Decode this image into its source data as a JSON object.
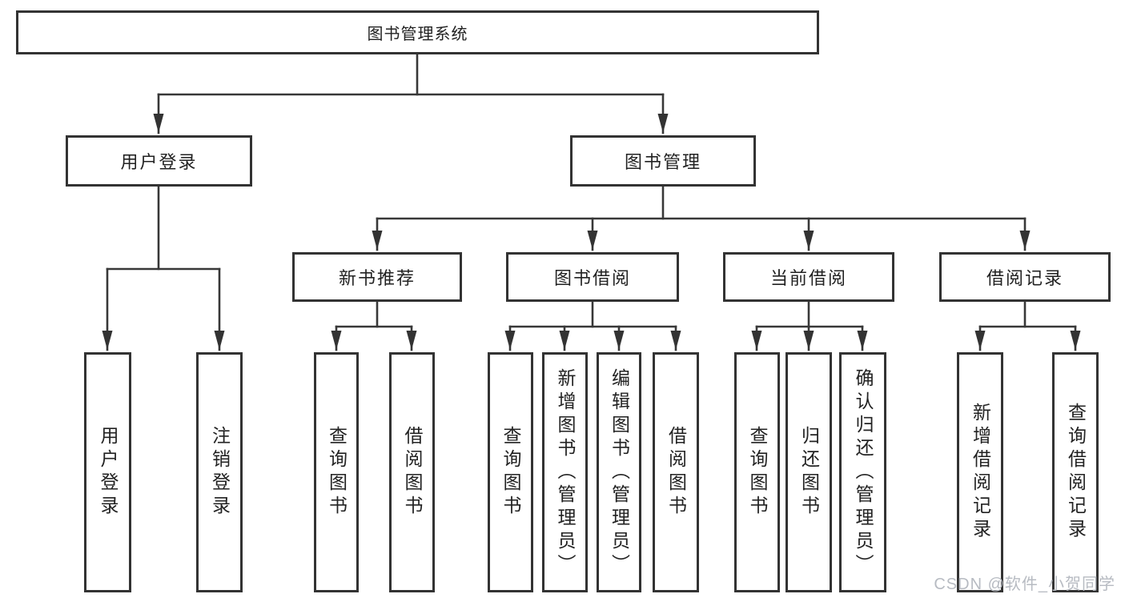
{
  "diagram": {
    "root": {
      "label": "图书管理系统"
    },
    "level2": [
      {
        "label": "用户登录"
      },
      {
        "label": "图书管理"
      }
    ],
    "level3": [
      {
        "label": "新书推荐"
      },
      {
        "label": "图书借阅"
      },
      {
        "label": "当前借阅"
      },
      {
        "label": "借阅记录"
      }
    ],
    "leaves": [
      {
        "label": "用户登录"
      },
      {
        "label": "注销登录"
      },
      {
        "label": "查询图书"
      },
      {
        "label": "借阅图书"
      },
      {
        "label": "查询图书"
      },
      {
        "label": "新增图书（管理员）"
      },
      {
        "label": "编辑图书（管理员）"
      },
      {
        "label": "借阅图书"
      },
      {
        "label": "查询图书"
      },
      {
        "label": "归还图书"
      },
      {
        "label": "确认归还（管理员）"
      },
      {
        "label": "新增借阅记录"
      },
      {
        "label": "查询借阅记录"
      }
    ],
    "watermark": "CSDN @软件_小贺同学",
    "colors": {
      "line": "#383838",
      "border": "#333333",
      "text": "#222222",
      "watermark": "#b7bbc2"
    }
  }
}
